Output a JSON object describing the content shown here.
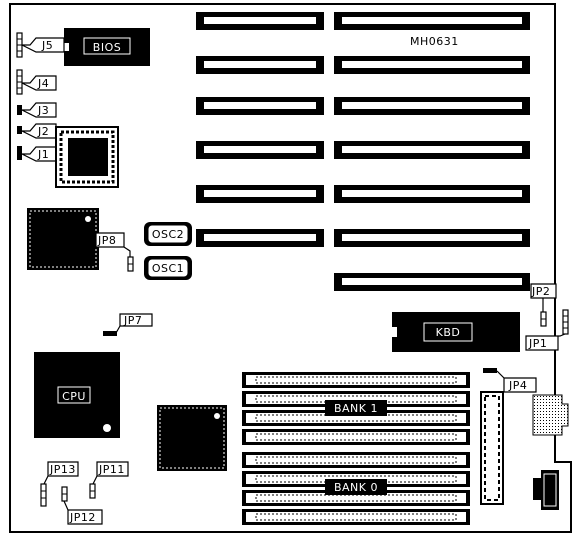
{
  "labels": {
    "model": "MH0631",
    "bios": "BIOS",
    "cpu": "CPU",
    "kbd": "KBD",
    "osc1": "OSC1",
    "osc2": "OSC2",
    "bank0": "BANK 0",
    "bank1": "BANK 1",
    "j1": "J1",
    "j2": "J2",
    "j3": "J3",
    "j4": "J4",
    "j5": "J5",
    "jp1": "JP1",
    "jp2": "JP2",
    "jp4": "JP4",
    "jp7": "JP7",
    "jp8": "JP8",
    "jp11": "JP11",
    "jp12": "JP12",
    "jp13": "JP13"
  },
  "colors": {
    "ink": "#000000",
    "paper": "#ffffff",
    "shade": "#aaaaaa"
  }
}
